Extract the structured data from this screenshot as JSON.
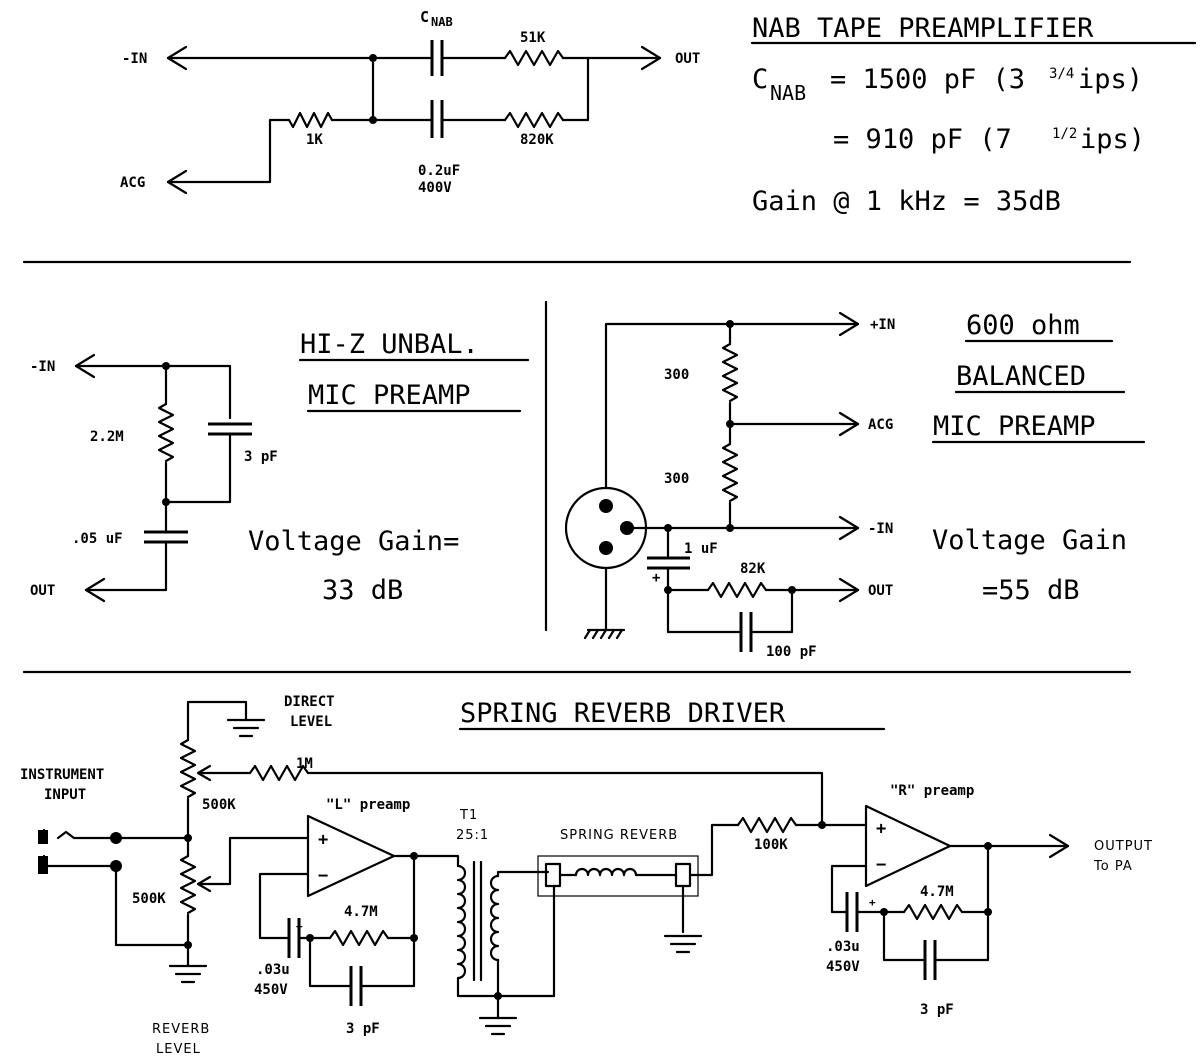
{
  "sections": {
    "nab": {
      "title": "NAB TAPE PREAMPLIFIER",
      "cnab_c": "C",
      "cnab_sub": "NAB",
      "eq_1500": "= 1500 pF (3",
      "eq_1500_frac": "3/4",
      "eq_1500_tail": " ips)",
      "eq_910": "= 910 pF (7",
      "eq_910_frac": "1/2",
      "eq_910_tail": " ips)",
      "gain": "Gain @ 1 kHz = 35dB",
      "labels": {
        "in": "-IN",
        "out": "OUT",
        "acg": "ACG",
        "cap_c": "C",
        "cap_sub": "NAB",
        "r51k": "51K",
        "r820k": "820K",
        "r1k": "1K",
        "cap02_a": "0.2uF",
        "cap02_b": "400V"
      }
    },
    "hiz": {
      "title_1": "HI-Z UNBAL.",
      "title_2": "MIC PREAMP",
      "gain_1": "Voltage Gain=",
      "gain_2": "33 dB",
      "labels": {
        "in": "-IN",
        "out": "OUT",
        "r22m": "2.2M",
        "c3pf": "3 pF",
        "c05": ".05 uF"
      }
    },
    "bal": {
      "title_1": "600 ohm",
      "title_2": "BALANCED",
      "title_3": "MIC PREAMP",
      "gain_1": "Voltage Gain",
      "gain_2": "=55 dB",
      "labels": {
        "pin": "+IN",
        "acg": "ACG",
        "nin": "-IN",
        "out": "OUT",
        "r300a": "300",
        "r300b": "300",
        "c1uf": "1 uF",
        "r82k": "82K",
        "c100pf": "100 pF",
        "plus": "+"
      }
    },
    "reverb": {
      "title": "SPRING REVERB DRIVER",
      "labels": {
        "direct_1": "DIRECT",
        "direct_2": "LEVEL",
        "inst_1": "INSTRUMENT",
        "inst_2": "INPUT",
        "r1m": "1M",
        "pot500a": "500K",
        "pot500b": "500K",
        "lpre": "\"L\" preamp",
        "rpre": "\"R\" preamp",
        "t1": "T1",
        "ratio": "25:1",
        "spring": "SPRING REVERB",
        "r100k": "100K",
        "output_1": "OUTPUT",
        "output_2": "To PA",
        "r47m_l": "4.7M",
        "r47m_r": "4.7M",
        "c03_l_a": ".03u",
        "c03_l_b": "450V",
        "c03_r_a": ".03u",
        "c03_r_b": "450V",
        "c3pf_l": "3 pF",
        "c3pf_r": "3 pF",
        "reverb_1": "REVERB",
        "reverb_2": "LEVEL",
        "plus": "+",
        "minus": "−",
        "cap_plus": "+"
      }
    }
  }
}
